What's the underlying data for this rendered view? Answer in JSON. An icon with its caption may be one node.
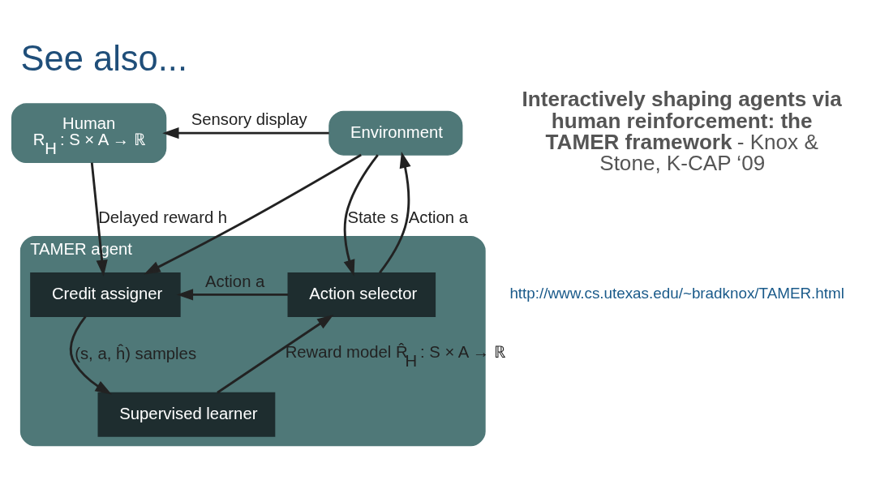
{
  "diagram": {
    "title": "See also...",
    "nodes": [
      {
        "text": [
          "Human",
          "R$_{H}$ : S × A → ℝ"
        ]
      },
      {
        "text": [
          "Environment"
        ]
      },
      {
        "text": [
          "TAMER agent"
        ]
      },
      {
        "text": [
          "Credit assigner"
        ],
        "in": 2
      },
      {
        "text": [
          "Action selector"
        ],
        "in": 2
      },
      {
        "text": [
          "Supervised learner"
        ],
        "in": 2
      }
    ],
    "edges": [
      {
        "from": 1,
        "to": 0,
        "arrow": "to",
        "label": "Sensory display"
      },
      {
        "from": 0,
        "to": 3,
        "arrow": "to",
        "label": "Delayed reward h"
      },
      {
        "from": 1,
        "to": 4,
        "arrow": "to",
        "label": "State s"
      },
      {
        "from": 1,
        "to": 3,
        "arrow": "to"
      },
      {
        "from": 4,
        "to": 1,
        "arrow": "to",
        "label": "Action a"
      },
      {
        "from": 4,
        "to": 3,
        "arrow": "to",
        "label": "Action a"
      },
      {
        "from": 3,
        "to": 5,
        "arrow": "to",
        "label": "(s, a, ĥ) samples"
      },
      {
        "from": 5,
        "to": 4,
        "arrow": "to",
        "label": "Reward model R̂$_{H}$ : S × A → ℝ"
      }
    ],
    "labels": [
      "**Interactively shaping agents via human reinforcement: the TAMER framework** - Knox & Stone, K-CAP ‘09",
      "http://www.cs.utexas.edu/~bradknox/TAMER.html"
    ]
  }
}
